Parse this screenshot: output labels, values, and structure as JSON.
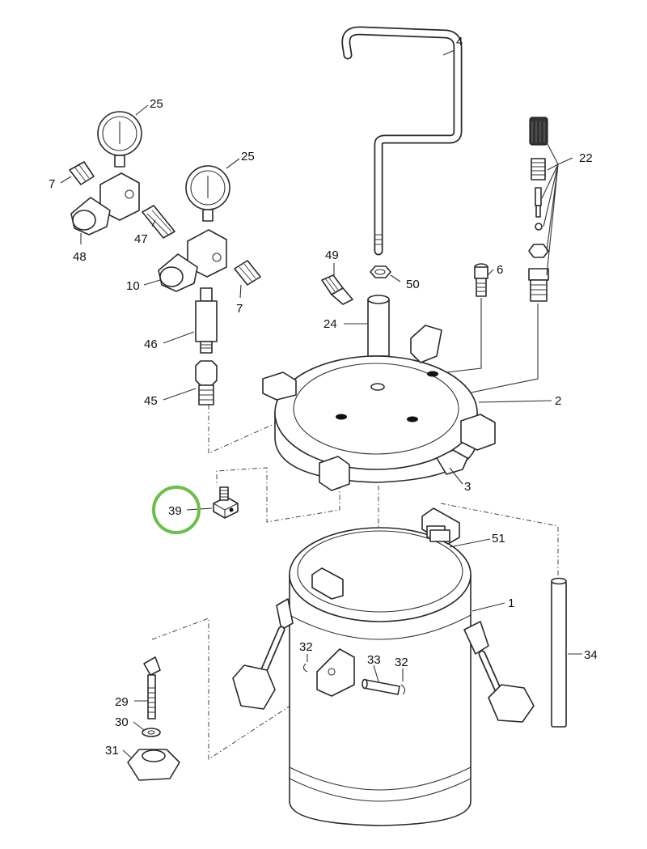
{
  "callouts": [
    {
      "id": "c1",
      "label": "1"
    },
    {
      "id": "c2",
      "label": "2"
    },
    {
      "id": "c3",
      "label": "3"
    },
    {
      "id": "c4",
      "label": "4"
    },
    {
      "id": "c6",
      "label": "6"
    },
    {
      "id": "c7a",
      "label": "7"
    },
    {
      "id": "c7b",
      "label": "7"
    },
    {
      "id": "c10",
      "label": "10"
    },
    {
      "id": "c22",
      "label": "22"
    },
    {
      "id": "c24",
      "label": "24"
    },
    {
      "id": "c25a",
      "label": "25"
    },
    {
      "id": "c25b",
      "label": "25"
    },
    {
      "id": "c29",
      "label": "29"
    },
    {
      "id": "c30",
      "label": "30"
    },
    {
      "id": "c31",
      "label": "31"
    },
    {
      "id": "c32a",
      "label": "32"
    },
    {
      "id": "c32b",
      "label": "32"
    },
    {
      "id": "c33",
      "label": "33"
    },
    {
      "id": "c34",
      "label": "34"
    },
    {
      "id": "c39",
      "label": "39"
    },
    {
      "id": "c45",
      "label": "45"
    },
    {
      "id": "c46",
      "label": "46"
    },
    {
      "id": "c47",
      "label": "47"
    },
    {
      "id": "c48",
      "label": "48"
    },
    {
      "id": "c49",
      "label": "49"
    },
    {
      "id": "c50",
      "label": "50"
    },
    {
      "id": "c51",
      "label": "51"
    }
  ],
  "highlight": {
    "target": "39",
    "color": "#6cbf4a"
  }
}
